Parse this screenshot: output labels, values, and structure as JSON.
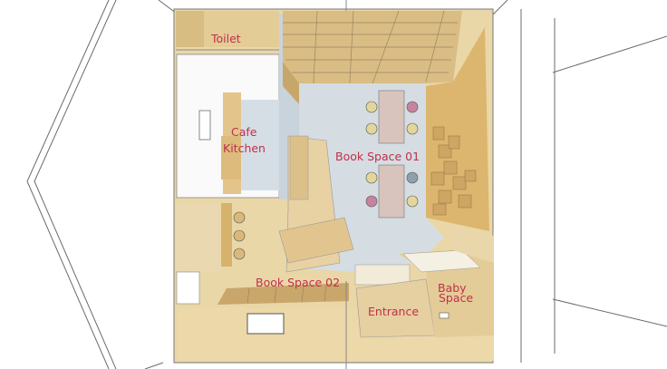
{
  "labels": {
    "toilet": "Toilet",
    "cafe_kitchen_line1": "Cafe",
    "cafe_kitchen_line2": "Kitchen",
    "book_space_01": "Book Space 01",
    "book_space_02": "Book Space 02",
    "entrance": "Entrance",
    "baby_space_line1": "Baby",
    "baby_space_line2": "Space"
  },
  "colors": {
    "label": "#c0304a",
    "wall_tan": "#e6cf9c",
    "wall_gold": "#dcb66e",
    "floor_blue": "#d5dde3",
    "shelf": "#c9a66a"
  }
}
